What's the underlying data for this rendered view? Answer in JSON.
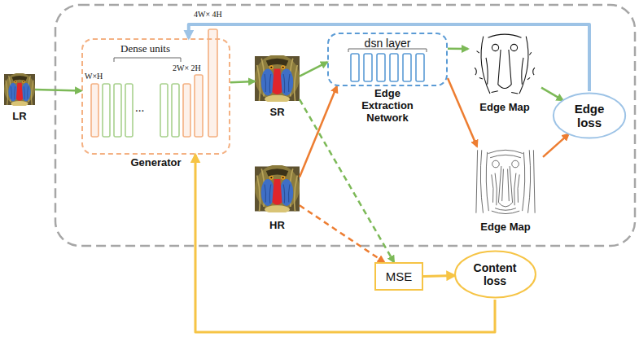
{
  "diagram": {
    "nodes": [
      {
        "text": [
          "LR"
        ]
      },
      {
        "text": [
          "Generator"
        ]
      },
      {
        "text": [
          "SR"
        ]
      },
      {
        "text": [
          "HR"
        ]
      },
      {
        "text": [
          "dsn layer",
          "Edge Extraction Network"
        ]
      },
      {
        "text": [
          "Edge Map"
        ]
      },
      {
        "text": [
          "Edge Map"
        ]
      },
      {
        "text": [
          "Edge loss"
        ]
      },
      {
        "text": [
          "MSE"
        ]
      },
      {
        "text": [
          "Content loss"
        ]
      }
    ],
    "edges": [
      {
        "from": 0,
        "to": 1,
        "arrow": "to"
      },
      {
        "from": 1,
        "to": 2,
        "arrow": "to"
      },
      {
        "from": 2,
        "to": 4,
        "arrow": "to"
      },
      {
        "from": 3,
        "to": 4,
        "arrow": "to"
      },
      {
        "from": 4,
        "to": 5,
        "arrow": "to"
      },
      {
        "from": 4,
        "to": 6,
        "arrow": "to"
      },
      {
        "from": 5,
        "to": 7,
        "arrow": "to"
      },
      {
        "from": 6,
        "to": 7,
        "arrow": "to"
      },
      {
        "from": 7,
        "to": 1,
        "arrow": "to"
      },
      {
        "from": 2,
        "to": 8,
        "arrow": "to"
      },
      {
        "from": 3,
        "to": 8,
        "arrow": "to"
      },
      {
        "from": 8,
        "to": 9,
        "arrow": "to"
      },
      {
        "from": 9,
        "to": 1,
        "arrow": "to"
      }
    ],
    "labels": [
      "Dense units",
      "W×H",
      "...",
      "2W× 2H",
      "4W× 4H"
    ]
  }
}
